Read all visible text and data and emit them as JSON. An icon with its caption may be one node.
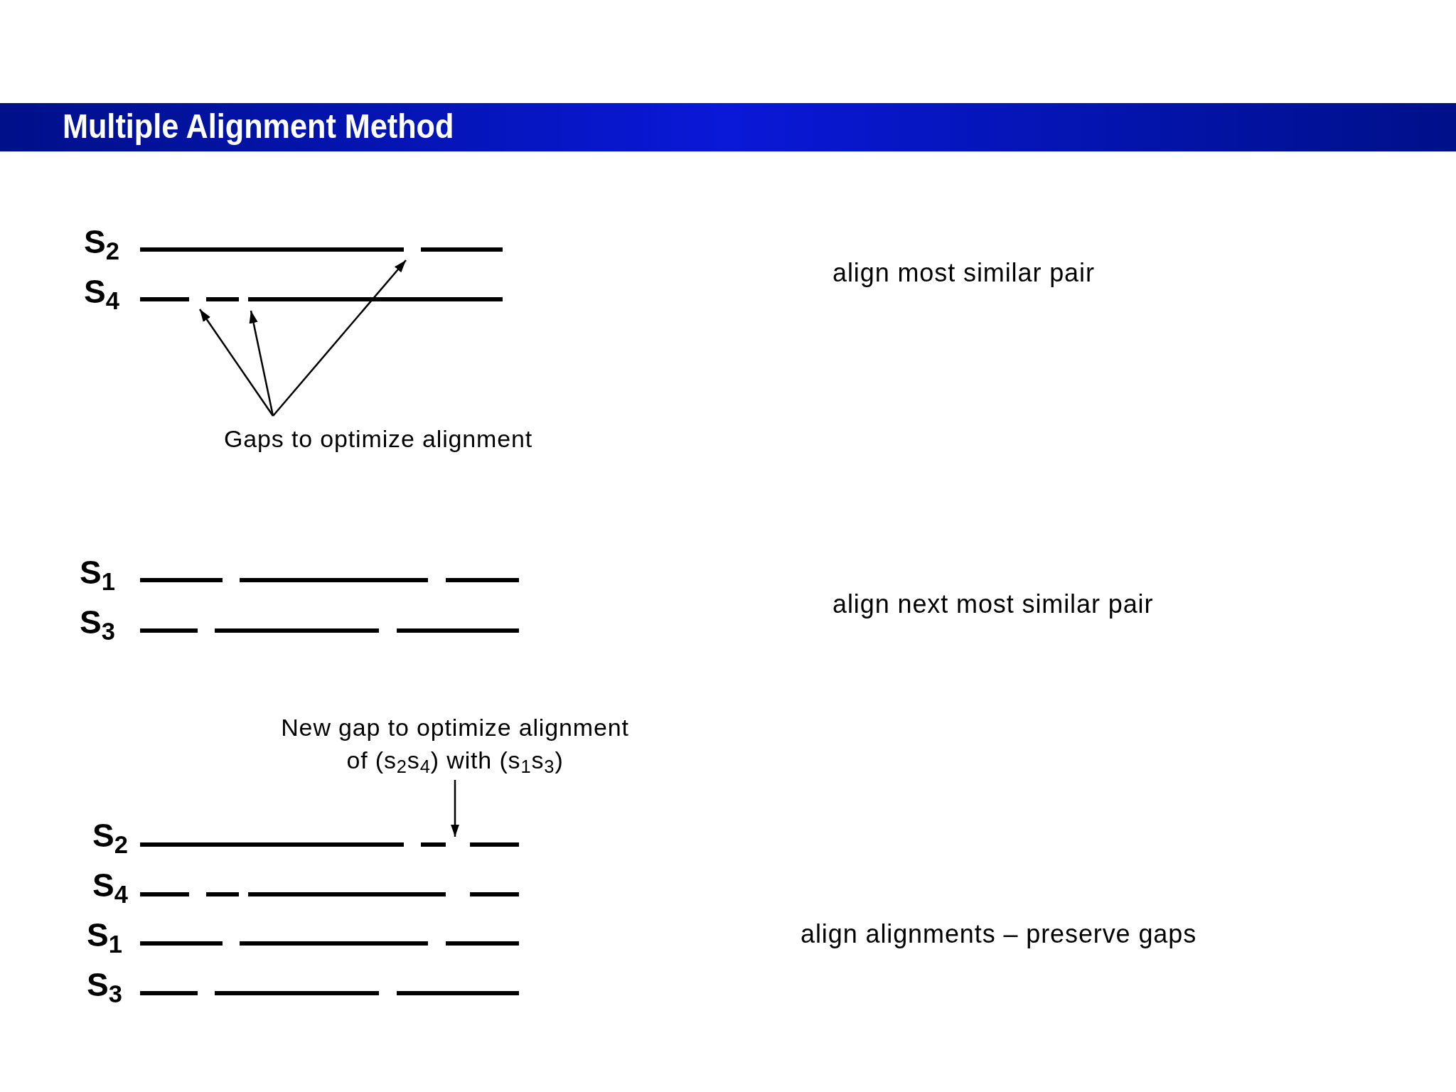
{
  "diagram": {
    "title": "Multiple Alignment Method",
    "nodes": [
      {
        "text": [
          "Gaps to optimize alignment"
        ]
      },
      {
        "text": [
          "New gap to optimize alignment of (s$_{2}$s$_{4}$) with (s$_{1}$s$_{3}$)"
        ]
      }
    ],
    "edges": [
      {
        "from": 0,
        "to": null,
        "arrow": "to"
      },
      {
        "from": 0,
        "to": null,
        "arrow": "to"
      },
      {
        "from": 0,
        "to": null,
        "arrow": "to"
      },
      {
        "from": 1,
        "to": null,
        "arrow": "to"
      }
    ],
    "labels": [
      "S$_{2}$",
      "S$_{4}$",
      "align most similar pair",
      "S$_{1}$",
      "S$_{3}$",
      "align next most similar pair",
      "S$_{2}$",
      "S$_{4}$",
      "S$_{1}$",
      "S$_{3}$",
      "align alignments – preserve gaps"
    ]
  }
}
